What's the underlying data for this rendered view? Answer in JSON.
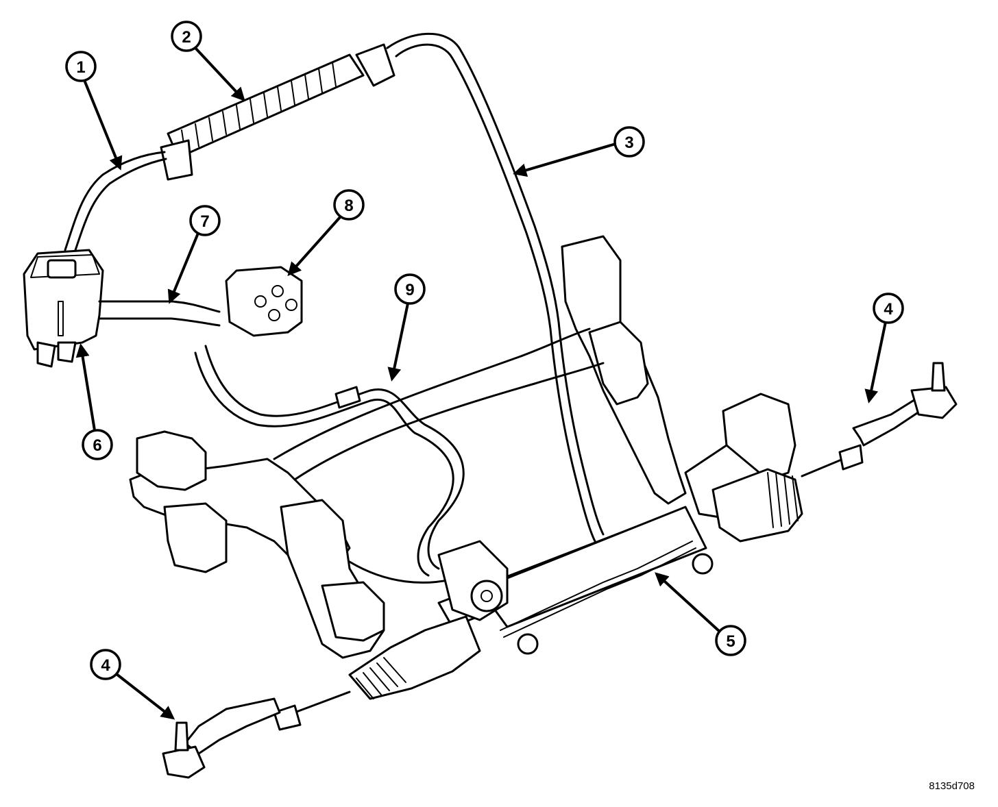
{
  "figure_id": "8135d708",
  "callouts": [
    {
      "number": "1"
    },
    {
      "number": "2"
    },
    {
      "number": "3"
    },
    {
      "number": "4"
    },
    {
      "number": "4"
    },
    {
      "number": "5"
    },
    {
      "number": "6"
    },
    {
      "number": "7"
    },
    {
      "number": "8"
    },
    {
      "number": "9"
    }
  ]
}
